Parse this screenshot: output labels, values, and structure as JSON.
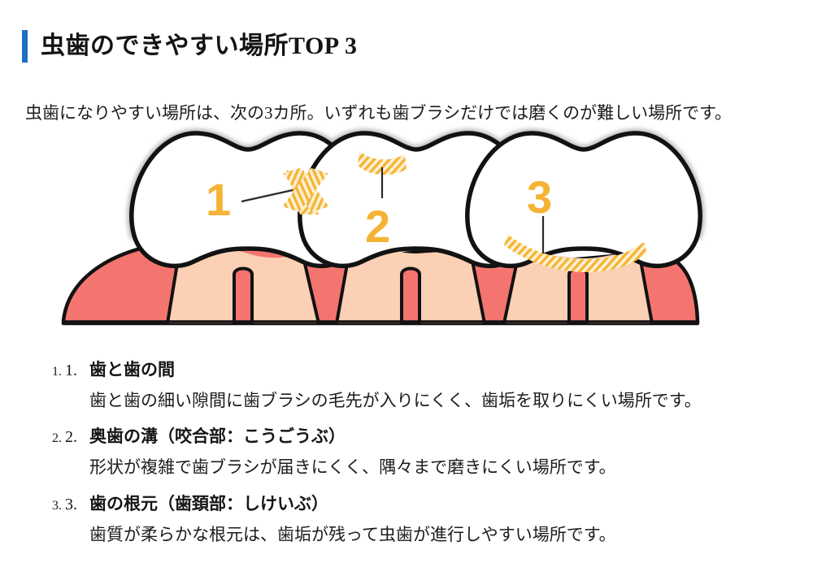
{
  "accent_color": "#1f70c1",
  "header": {
    "title": "虫歯のできやすい場所TOP 3"
  },
  "lead": {
    "text": "虫歯になりやすい場所は、次の3カ所。いずれも歯ブラシだけでは磨くのが難しい場所です。"
  },
  "illustration": {
    "alt": "3本の歯と歯ぐきの断面イラスト。虫歯になりやすい3カ所を黄色の斜線で示す。",
    "colors": {
      "outline": "#121212",
      "halo": "#b9b9b9",
      "tooth_fill": "#ffffff",
      "interdental_wedge": "#e6e6e6",
      "gum_outer": "#f4756f",
      "gum_inner": "#fbd0b4",
      "marker_yellow": "#f5b335",
      "leader_line": "#2a2a2a"
    },
    "markers": [
      {
        "id": "marker-1",
        "number": "1",
        "shape": "x-hatch",
        "region": "歯と歯の間"
      },
      {
        "id": "marker-2",
        "number": "2",
        "shape": "groove-hatch",
        "region": "奥歯の溝"
      },
      {
        "id": "marker-3",
        "number": "3",
        "shape": "cervical-hatch",
        "region": "歯の根元"
      }
    ]
  },
  "points": [
    {
      "number": "1.",
      "title": "歯と歯の間",
      "body": "歯と歯の細い隙間に歯ブラシの毛先が入りにくく、歯垢を取りにくい場所です。"
    },
    {
      "number": "2.",
      "title": "奥歯の溝（咬合部：こうごうぶ）",
      "body": "形状が複雑で歯ブラシが届きにくく、隅々まで磨きにくい場所です。"
    },
    {
      "number": "3.",
      "title": "歯の根元（歯頚部：しけいぶ）",
      "body": "歯質が柔らかな根元は、歯垢が残って虫歯が進行しやすい場所です。"
    }
  ]
}
